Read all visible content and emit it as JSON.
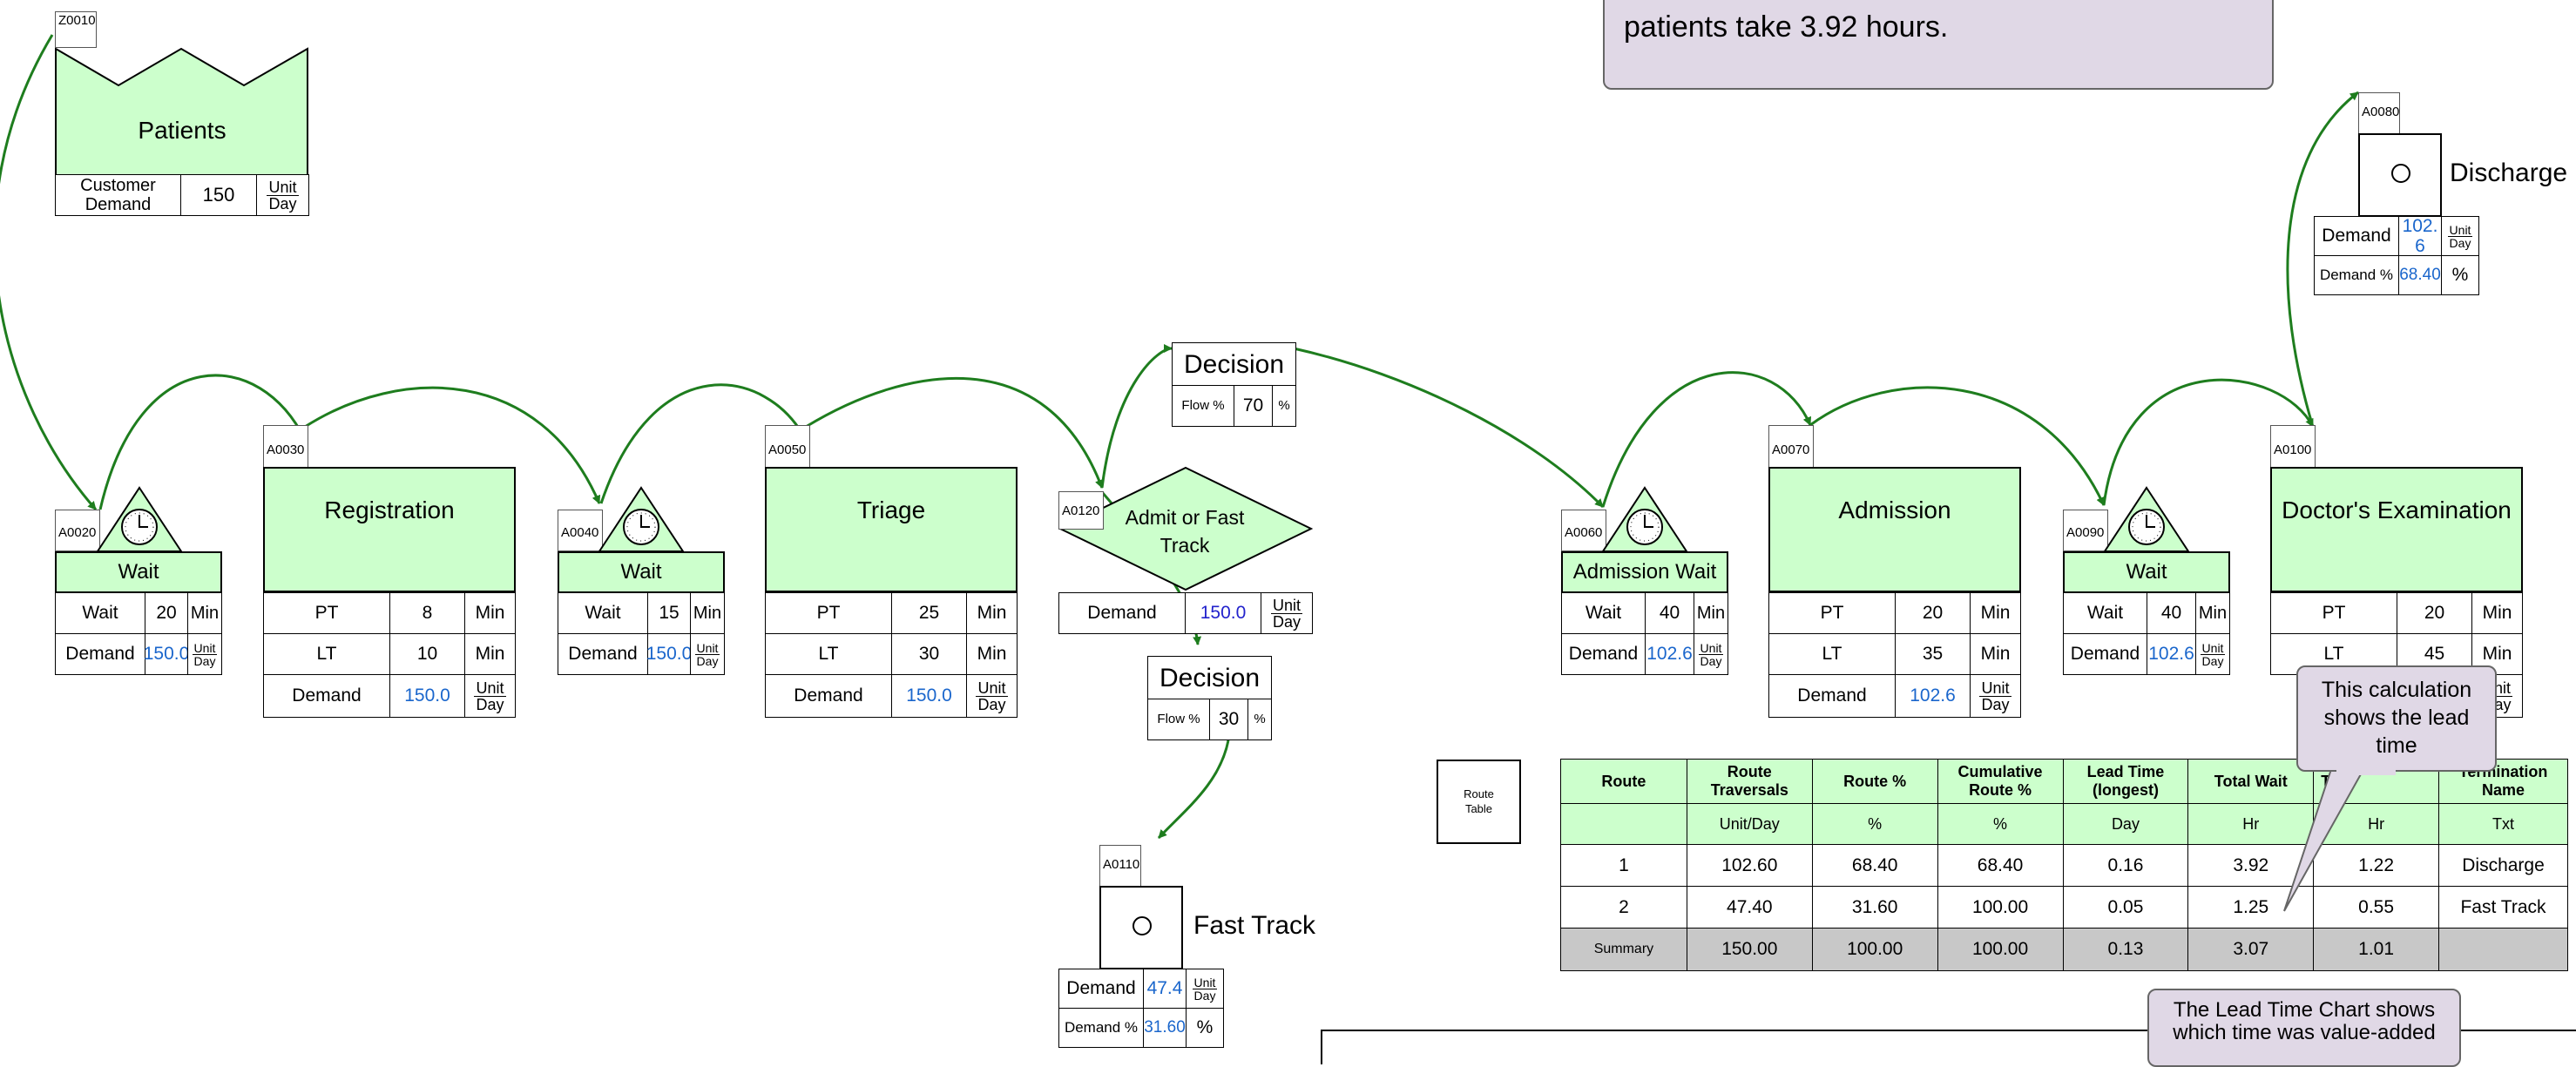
{
  "header_note": {
    "text": "patients take 3.92 hours."
  },
  "customer": {
    "id": "Z0010",
    "title": "Patients",
    "demand_label": "Customer Demand",
    "demand_value": "150",
    "unit_top": "Unit",
    "unit_bottom": "Day"
  },
  "waits": [
    {
      "id": "A0020",
      "title": "Wait",
      "wait_label": "Wait",
      "wait_value": "20",
      "wait_unit": "Min",
      "demand_label": "Demand",
      "demand_value": "150.0",
      "unit_top": "Unit",
      "unit_bottom": "Day"
    },
    {
      "id": "A0040",
      "title": "Wait",
      "wait_label": "Wait",
      "wait_value": "15",
      "wait_unit": "Min",
      "demand_label": "Demand",
      "demand_value": "150.0",
      "unit_top": "Unit",
      "unit_bottom": "Day"
    },
    {
      "id": "A0060",
      "title": "Admission Wait",
      "wait_label": "Wait",
      "wait_value": "40",
      "wait_unit": "Min",
      "demand_label": "Demand",
      "demand_value": "102.6",
      "unit_top": "Unit",
      "unit_bottom": "Day"
    },
    {
      "id": "A0090",
      "title": "Wait",
      "wait_label": "Wait",
      "wait_value": "40",
      "wait_unit": "Min",
      "demand_label": "Demand",
      "demand_value": "102.6",
      "unit_top": "Unit",
      "unit_bottom": "Day"
    }
  ],
  "processes": [
    {
      "id": "A0030",
      "title": "Registration",
      "pt_label": "PT",
      "pt_value": "8",
      "pt_unit": "Min",
      "lt_label": "LT",
      "lt_value": "10",
      "lt_unit": "Min",
      "demand_label": "Demand",
      "demand_value": "150.0",
      "unit_top": "Unit",
      "unit_bottom": "Day"
    },
    {
      "id": "A0050",
      "title": "Triage",
      "pt_label": "PT",
      "pt_value": "25",
      "pt_unit": "Min",
      "lt_label": "LT",
      "lt_value": "30",
      "lt_unit": "Min",
      "demand_label": "Demand",
      "demand_value": "150.0",
      "unit_top": "Unit",
      "unit_bottom": "Day"
    },
    {
      "id": "A0070",
      "title": "Admission",
      "pt_label": "PT",
      "pt_value": "20",
      "pt_unit": "Min",
      "lt_label": "LT",
      "lt_value": "35",
      "lt_unit": "Min",
      "demand_label": "Demand",
      "demand_value": "102.6",
      "unit_top": "Unit",
      "unit_bottom": "Day"
    },
    {
      "id": "A0100",
      "title": "Doctor's Examination",
      "pt_label": "PT",
      "pt_value": "20",
      "pt_unit": "Min",
      "lt_label": "LT",
      "lt_value": "45",
      "lt_unit": "Min",
      "unit_partial": "nit",
      "unit_bottom": "Day"
    }
  ],
  "admit_decision": {
    "id": "A0120",
    "title": "Admit or Fast Track",
    "demand_label": "Demand",
    "demand_value": "150.0",
    "unit_top": "Unit",
    "unit_bottom": "Day"
  },
  "decisions": [
    {
      "title": "Decision",
      "flow_label": "Flow %",
      "flow_value": "70",
      "flow_unit": "%"
    },
    {
      "title": "Decision",
      "flow_label": "Flow %",
      "flow_value": "30",
      "flow_unit": "%"
    }
  ],
  "terminations": [
    {
      "id": "A0080",
      "name": "Discharge",
      "demand_label": "Demand",
      "demand_value": "102.6",
      "unit_top": "Unit",
      "unit_bottom": "Day",
      "pct_label": "Demand %",
      "pct_value": "68.40",
      "pct_unit": "%"
    },
    {
      "id": "A0110",
      "name": "Fast Track",
      "demand_label": "Demand",
      "demand_value": "47.4",
      "unit_top": "Unit",
      "unit_bottom": "Day",
      "pct_label": "Demand %",
      "pct_value": "31.60",
      "pct_unit": "%"
    }
  ],
  "route_table_icon": {
    "label": "Route Table"
  },
  "route_table": {
    "headers": [
      "Route",
      "Route Traversals",
      "Route %",
      "Cumulative Route %",
      "Lead Time (longest)",
      "Total Wait",
      "To",
      "Termination Name"
    ],
    "units": [
      "",
      "Unit/Day",
      "%",
      "%",
      "Day",
      "Hr",
      "Hr",
      "Txt"
    ],
    "rows": [
      [
        "1",
        "102.60",
        "68.40",
        "68.40",
        "0.16",
        "3.92",
        "1.22",
        "Discharge"
      ],
      [
        "2",
        "47.40",
        "31.60",
        "100.00",
        "0.05",
        "1.25",
        "0.55",
        "Fast Track"
      ]
    ],
    "summary": [
      "Summary",
      "150.00",
      "100.00",
      "100.00",
      "0.13",
      "3.07",
      "1.01",
      ""
    ]
  },
  "callouts": {
    "lead_time": "This calculation shows the lead time",
    "chart_line1": "The Lead Time Chart shows",
    "chart_line2": "which time was value-added"
  },
  "colors": {
    "flow_arrow": "#1e7d1e",
    "box_fill": "#ccffcc",
    "callout_fill": "#e0d8e6",
    "summary_fill": "#c8c8c8",
    "value_blue": "#1a66cc"
  }
}
